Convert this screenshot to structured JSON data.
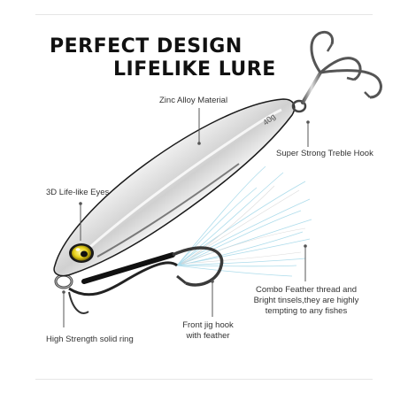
{
  "title": {
    "line1": "PERFECT DESIGN",
    "line2": "LIFELIKE  LURE"
  },
  "callouts": {
    "material": "Zinc Alloy Material",
    "hook": "Super Strong Treble Hook",
    "eyes": "3D Life-like Eyes",
    "feather_line1": "Combo Feather thread and",
    "feather_line2": "Bright tinsels,they are highly",
    "feather_line3": "tempting to any fishes",
    "jig_line1": "Front jig hook",
    "jig_line2": "with feather",
    "ring": "High Strength solid ring"
  },
  "lure": {
    "weight_mark": "40g"
  },
  "colors": {
    "title": "#111111",
    "label": "#333333",
    "leader_line": "#555555",
    "chrome_dark": "#1a1a1a",
    "chrome_light": "#f4f4f4",
    "eye_iris": "#e8d21a",
    "feather": "#9fd6e8"
  }
}
